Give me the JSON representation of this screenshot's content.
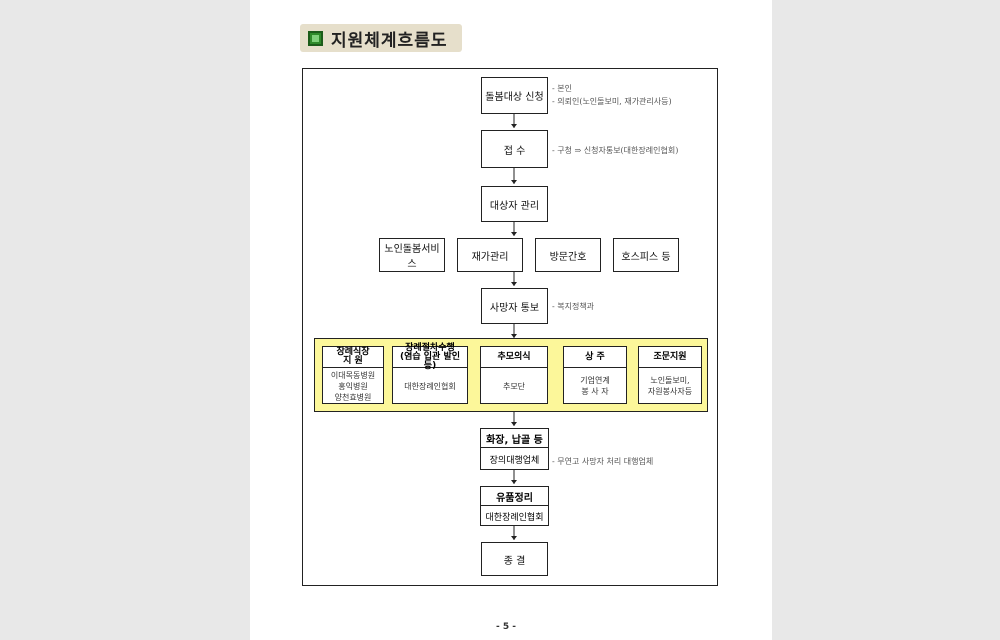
{
  "title": "지원체계흐름도",
  "steps": {
    "apply": {
      "label": "돌봄대상 신청",
      "notes": [
        "- 본인",
        "- 의뢰인(노인돌보미, 재가관리사등)"
      ]
    },
    "receive": {
      "label": "접 수",
      "note": "- 구청 ⇒ 신청자통보(대한장례인협회)"
    },
    "manage": {
      "label": "대상자 관리"
    },
    "services": [
      "노인돌봄서비스",
      "재가관리",
      "방문간호",
      "호스피스 등"
    ],
    "death": {
      "label": "사망자 통보",
      "note": "- 복지정책과"
    },
    "funeral_group": [
      {
        "title": "장례식장\n지 원",
        "body": [
          "이대목동병원",
          "홍익병원",
          "양천효병원"
        ]
      },
      {
        "title": "장례절차수행\n(염습 입관 발인 등)",
        "body": [
          "대한장례인협회"
        ]
      },
      {
        "title": "추모의식",
        "body": [
          "추모단"
        ]
      },
      {
        "title": "상 주",
        "body": [
          "기업연계",
          "봉 사 자"
        ]
      },
      {
        "title": "조문지원",
        "body": [
          "노인돌보미,",
          "자원봉사자등"
        ]
      }
    ],
    "cremation": {
      "label": "화장, 납골 등",
      "sub": "장의대행업체",
      "note": "- 무연고 사망자 처리 대행업체"
    },
    "belongings": {
      "label": "유품정리",
      "sub": "대한장례인협회"
    },
    "end": {
      "label": "종 결"
    }
  },
  "page_number": "- 5 -"
}
